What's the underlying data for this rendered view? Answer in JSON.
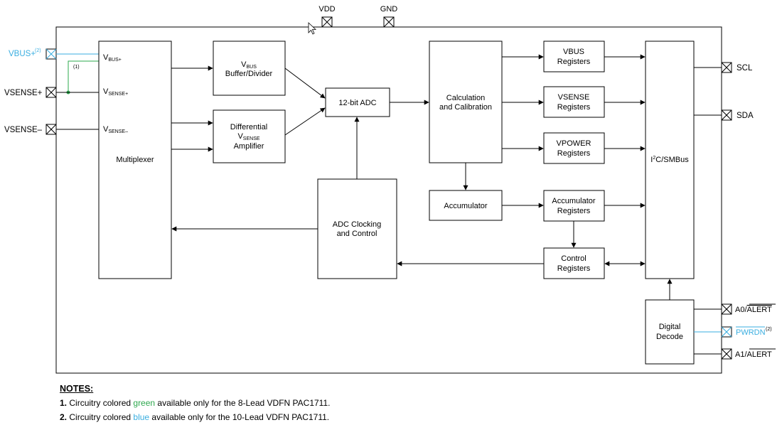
{
  "colors": {
    "line": "#000000",
    "green": "#2ea84e",
    "blue": "#3aaee0"
  },
  "pins": {
    "vdd": "VDD",
    "gnd": "GND",
    "vbus_plus": "VBUS+",
    "vsense_plus": "VSENSE+",
    "vsense_minus": "VSENSE–",
    "scl": "SCL",
    "sda": "SDA",
    "a0": "A0/",
    "a0_bar": "ALERT",
    "pwrdn": "PWRDN",
    "a1": "A1/",
    "a1_bar": "ALERT",
    "note_ref_2": "(2)",
    "note_ref_1": "(1)"
  },
  "mux": {
    "label": "Multiplexer",
    "in1_main": "V",
    "in1_sub": "BUS+",
    "in2_main": "V",
    "in2_sub": "SENSE+",
    "in3_main": "V",
    "in3_sub": "SENSE–"
  },
  "blocks": {
    "buffer_l1a": "V",
    "buffer_l1b": "BUS",
    "buffer_l2": "Buffer/Divider",
    "diff_l1": "Differential",
    "diff_l2a": "V",
    "diff_l2b": "SENSE",
    "diff_l3": "Amplifier",
    "adc": "12-bit ADC",
    "calc_l1": "Calculation",
    "calc_l2": "and Calibration",
    "accumulator": "Accumulator",
    "adc_clk_l1": "ADC Clocking",
    "adc_clk_l2": "and Control",
    "vbus_reg_l1": "VBUS",
    "vbus_reg_l2": "Registers",
    "vsense_reg_l1": "VSENSE",
    "vsense_reg_l2": "Registers",
    "vpower_reg_l1": "VPOWER",
    "vpower_reg_l2": "Registers",
    "acc_reg_l1": "Accumulator",
    "acc_reg_l2": "Registers",
    "ctrl_reg_l1": "Control",
    "ctrl_reg_l2": "Registers",
    "i2c_a": "I",
    "i2c_b": "2",
    "i2c_c": "C/SMBus",
    "decode_l1": "Digital",
    "decode_l2": "Decode"
  },
  "notes": {
    "header": "NOTES:",
    "n1_num": "1.",
    "n1_pre": "Circuitry colored ",
    "n1_color": "green",
    "n1_post": " available only for the 8-Lead VDFN PAC1711.",
    "n2_num": "2.",
    "n2_pre": "Circuitry colored ",
    "n2_color": "blue",
    "n2_post": " available only for the 10-Lead VDFN PAC1711."
  }
}
